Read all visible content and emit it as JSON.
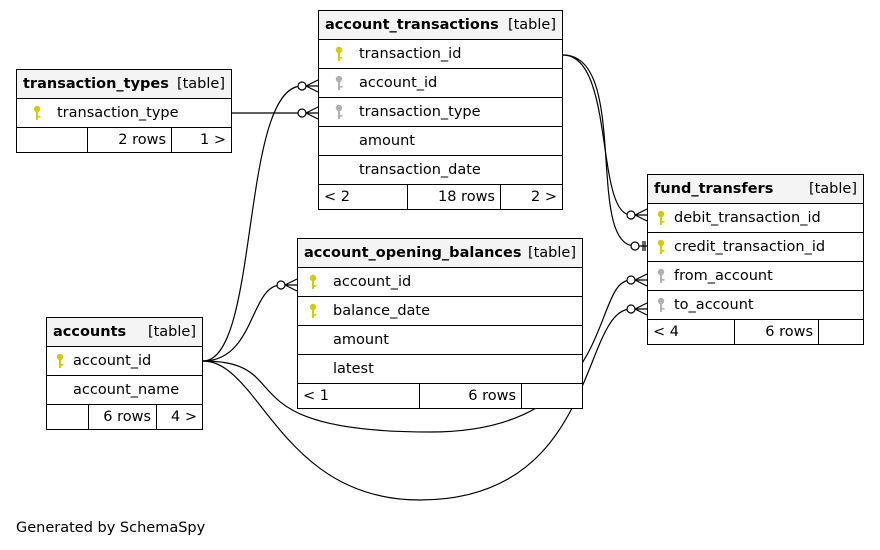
{
  "tables": {
    "transaction_types": {
      "name": "transaction_types",
      "type": "[table]",
      "columns": [
        "transaction_type"
      ],
      "footer": {
        "parents": "",
        "rows": "2 rows",
        "children": "1 >"
      }
    },
    "account_transactions": {
      "name": "account_transactions",
      "type": "[table]",
      "columns": [
        "transaction_id",
        "account_id",
        "transaction_type",
        "amount",
        "transaction_date"
      ],
      "footer": {
        "parents": "< 2",
        "rows": "18 rows",
        "children": "2 >"
      }
    },
    "fund_transfers": {
      "name": "fund_transfers",
      "type": "[table]",
      "columns": [
        "debit_transaction_id",
        "credit_transaction_id",
        "from_account",
        "to_account"
      ],
      "footer": {
        "parents": "< 4",
        "rows": "6 rows",
        "children": ""
      }
    },
    "account_opening_balances": {
      "name": "account_opening_balances",
      "type": "[table]",
      "columns": [
        "account_id",
        "balance_date",
        "amount",
        "latest"
      ],
      "footer": {
        "parents": "< 1",
        "rows": "6 rows",
        "children": ""
      }
    },
    "accounts": {
      "name": "accounts",
      "type": "[table]",
      "columns": [
        "account_id",
        "account_name"
      ],
      "footer": {
        "parents": "",
        "rows": "6 rows",
        "children": "4 >"
      }
    }
  },
  "key_colors": {
    "primary": "#d4cc00",
    "foreign": "#b0b0b0"
  },
  "credit": "Generated by SchemaSpy"
}
